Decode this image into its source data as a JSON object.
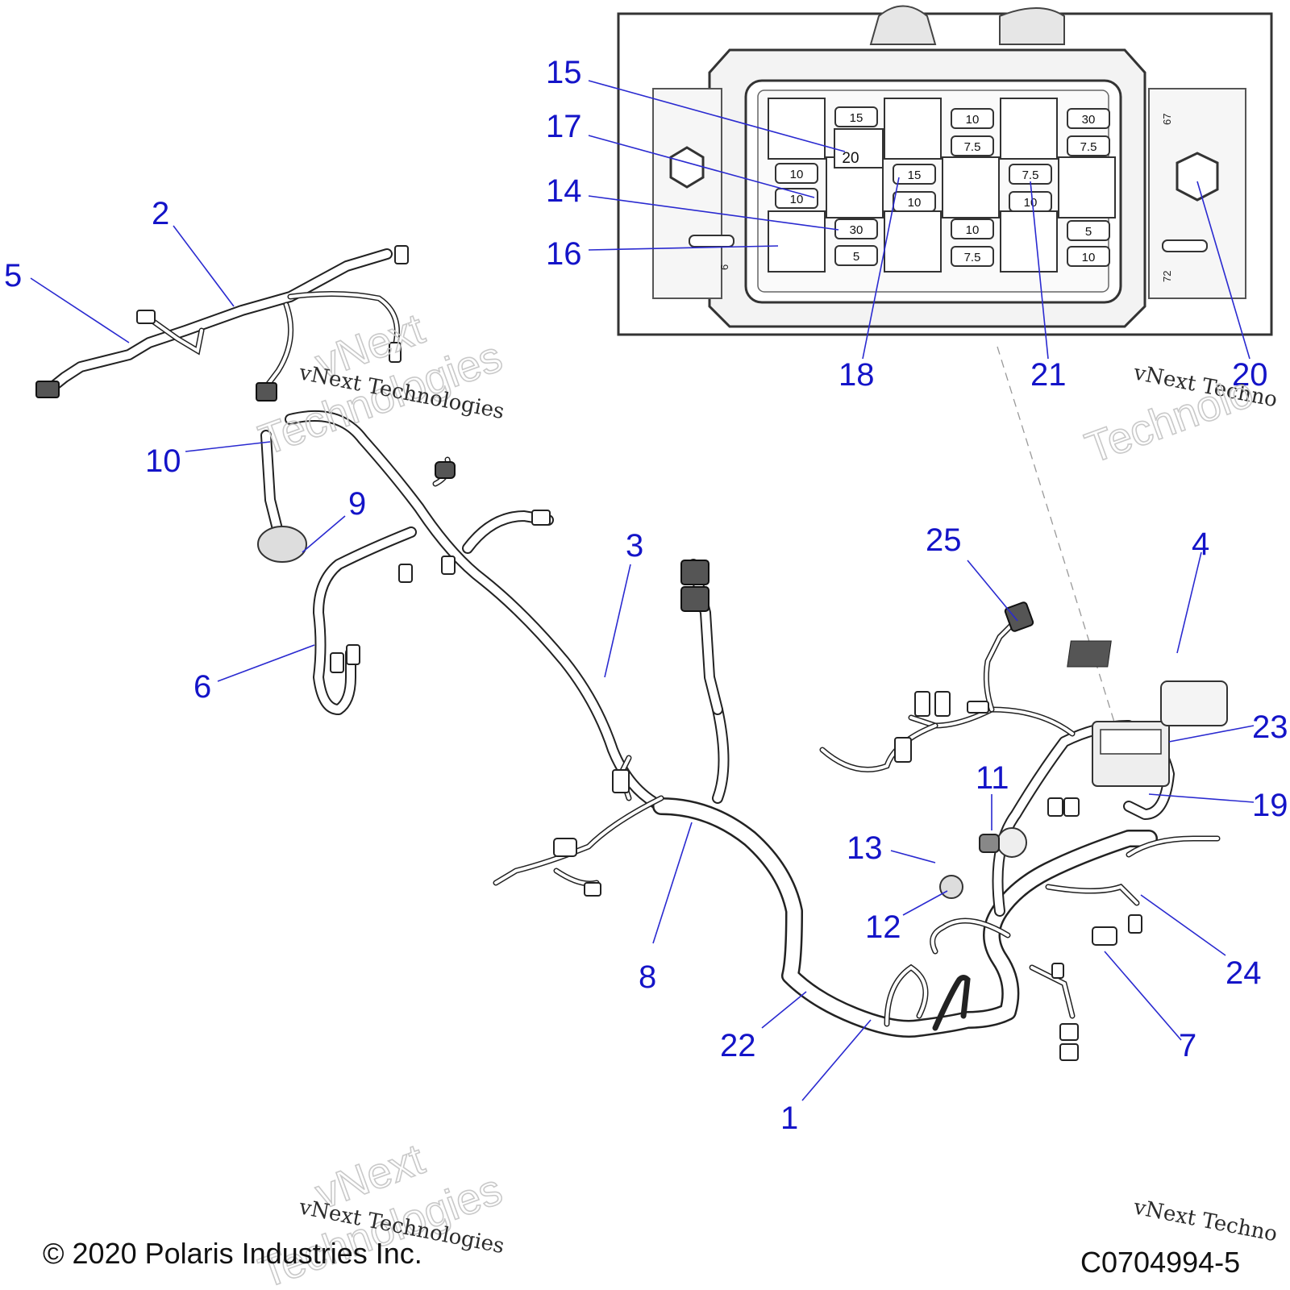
{
  "callouts": {
    "c1": "1",
    "c2": "2",
    "c3": "3",
    "c4": "4",
    "c5": "5",
    "c6": "6",
    "c7": "7",
    "c8": "8",
    "c9": "9",
    "c10": "10",
    "c11": "11",
    "c12": "12",
    "c13": "13",
    "c14": "14",
    "c15": "15",
    "c16": "16",
    "c17": "17",
    "c18": "18",
    "c19": "19",
    "c20": "20",
    "c21": "21",
    "c22": "22",
    "c23": "23",
    "c24": "24",
    "c25": "25"
  },
  "fuse_box": {
    "fuses": {
      "f1": "15",
      "f2": "20",
      "f3": "10",
      "f4": "10",
      "f5": "30",
      "f6": "5",
      "f7": "10",
      "f8": "7.5",
      "f9": "15",
      "f10": "10",
      "f11": "10",
      "f12": "7.5",
      "f13": "30",
      "f14": "7.5",
      "f15": "7.5",
      "f16": "10",
      "f17": "5",
      "f18": "10"
    },
    "pin_labels": {
      "p67": "67",
      "p72": "72",
      "p6": "6"
    }
  },
  "watermark": {
    "big": "vNext",
    "small": "vNext Technologies",
    "big2": "Technologies",
    "right_small": "vNext Techno",
    "right_big": "Technolo",
    "bottom_right_small": "vNext Techno"
  },
  "footer": {
    "copyright": "© 2020 Polaris Industries Inc.",
    "drawing_id": "C0704994-5"
  }
}
